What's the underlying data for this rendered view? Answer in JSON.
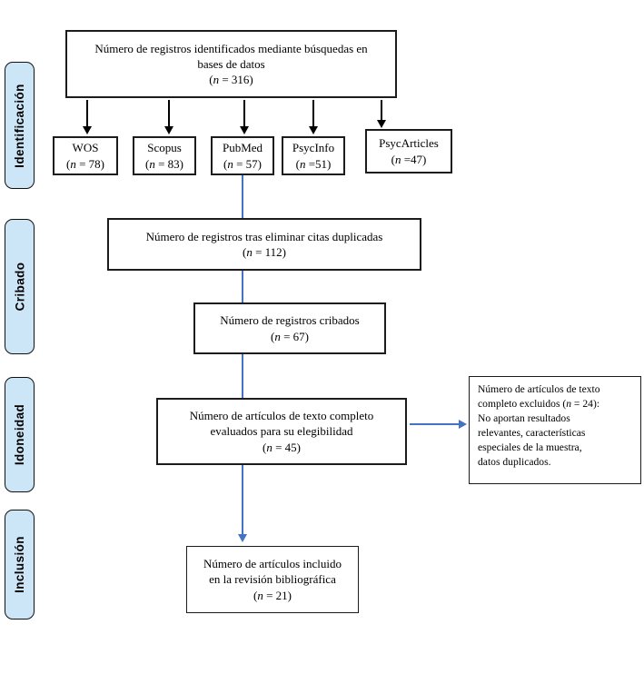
{
  "colors": {
    "line_blue": "#4472C4",
    "sidebar_fill": "#CDE6F7",
    "box_border": "#1c1c1c"
  },
  "stages": [
    {
      "label": "Identificación"
    },
    {
      "label": "Cribado"
    },
    {
      "label": "Idoneidad"
    },
    {
      "label": "Inclusión"
    }
  ],
  "boxes": {
    "identified": {
      "line1": "Número de registros identificados mediante búsquedas en",
      "line2": "bases de datos",
      "count": {
        "pre": "(",
        "n": "n",
        "post": " = 316)"
      }
    },
    "databases": [
      {
        "name": "WOS",
        "count": {
          "pre": "(",
          "n": "n",
          "post": " = 78)"
        }
      },
      {
        "name": "Scopus",
        "count": {
          "pre": "(",
          "n": "n",
          "post": " = 83)"
        }
      },
      {
        "name": "PubMed",
        "count": {
          "pre": "(",
          "n": "n",
          "post": " = 57)"
        }
      },
      {
        "name": "PsycInfo",
        "count": {
          "pre": "(",
          "n": "n",
          "post": " =51)"
        }
      },
      {
        "name": "PsycArticles",
        "count": {
          "pre": "(",
          "n": "n",
          "post": " =47)"
        }
      }
    ],
    "deduplicated": {
      "line1": "Número de registros tras eliminar citas duplicadas",
      "count": {
        "pre": "(",
        "n": "n",
        "post": " = 112)"
      }
    },
    "screened": {
      "line1": "Número de registros cribados",
      "count": {
        "pre": "(",
        "n": "n",
        "post": " = 67)"
      }
    },
    "eligibility": {
      "line1": "Número de artículos de texto completo",
      "line2": "evaluados para su elegibilidad",
      "count": {
        "pre": "(",
        "n": "n",
        "post": " = 45)"
      }
    },
    "excluded": {
      "line1": "Número de artículos de texto",
      "line2_pre": "completo excluidos (",
      "line2_n": "n",
      "line2_post": " = 24):",
      "line3": "No aportan resultados",
      "line4": "relevantes, características",
      "line5": "especiales de la muestra,",
      "line6": "datos duplicados."
    },
    "included": {
      "line1": "Número de artículos incluido",
      "line2": "en la revisión bibliográfica",
      "count": {
        "pre": "(",
        "n": "n",
        "post": " = 21)"
      }
    }
  }
}
